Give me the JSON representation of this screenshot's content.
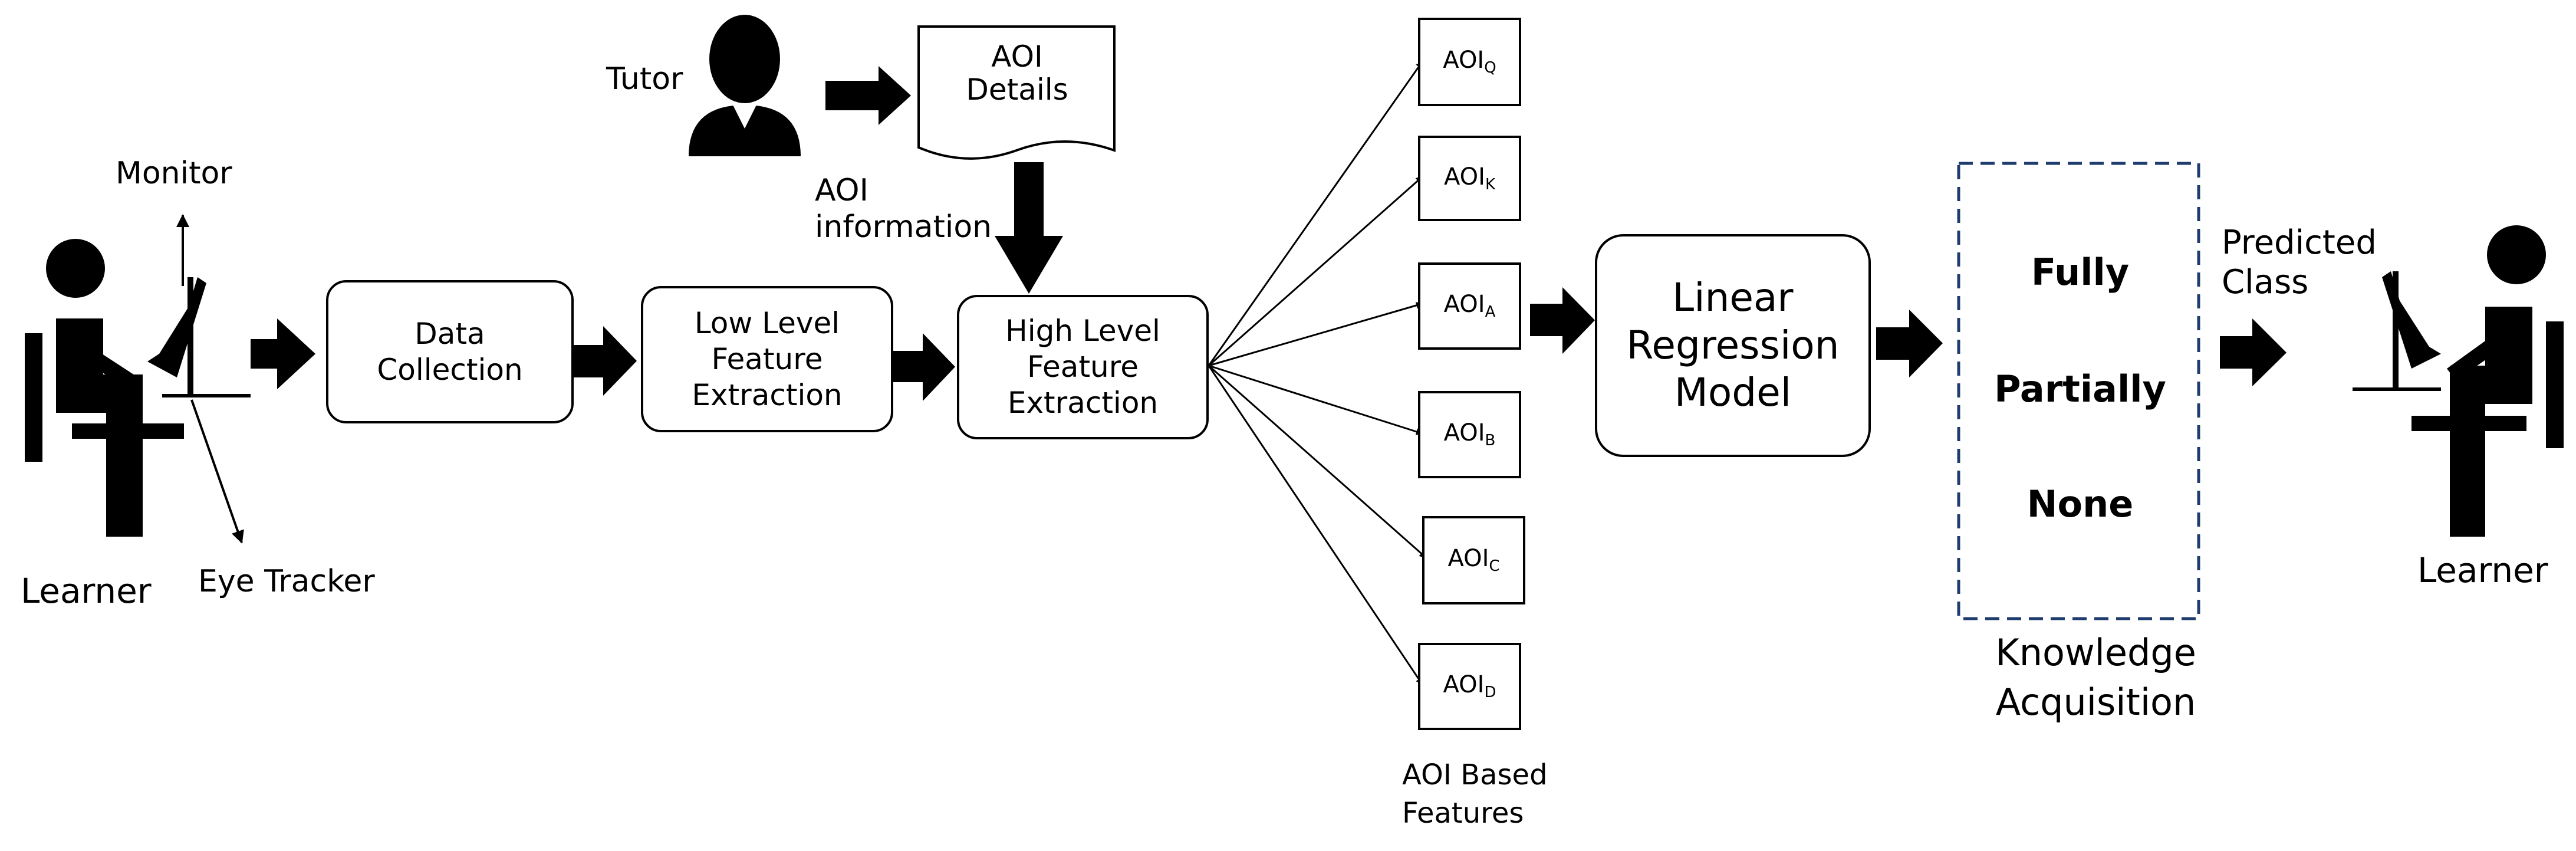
{
  "labels": {
    "learner_left": "Learner",
    "learner_right": "Learner",
    "monitor": "Monitor",
    "eye_tracker": "Eye Tracker",
    "tutor": "Tutor",
    "aoi_information_1": "AOI",
    "aoi_information_2": "information",
    "aoi_features_1": "AOI Based",
    "aoi_features_2": "Features",
    "predicted_class_1": "Predicted",
    "predicted_class_2": "Class",
    "knowledge_acquisition_1": "Knowledge",
    "knowledge_acquisition_2": "Acquisition"
  },
  "boxes": {
    "data_collection": {
      "line1": "Data",
      "line2": "Collection"
    },
    "low_level": {
      "line1": "Low Level",
      "line2": "Feature",
      "line3": "Extraction"
    },
    "high_level": {
      "line1": "High Level",
      "line2": "Feature",
      "line3": "Extraction"
    },
    "aoi_details": {
      "line1": "AOI",
      "line2": "Details"
    },
    "linear_regression": {
      "line1": "Linear",
      "line2": "Regression",
      "line3": "Model"
    }
  },
  "aoi_boxes": [
    {
      "base": "AOI",
      "sub": "Q"
    },
    {
      "base": "AOI",
      "sub": "K"
    },
    {
      "base": "AOI",
      "sub": "A"
    },
    {
      "base": "AOI",
      "sub": "B"
    },
    {
      "base": "AOI",
      "sub": "C"
    },
    {
      "base": "AOI",
      "sub": "D"
    }
  ],
  "classes": [
    "Fully",
    "Partially",
    "None"
  ],
  "icons": {
    "learner_left": "person-at-computer-icon",
    "learner_right": "person-at-computer-icon",
    "tutor": "tutor-silhouette-icon"
  },
  "colors": {
    "line": "#000000",
    "dashed_border": "#1f3c6e"
  }
}
